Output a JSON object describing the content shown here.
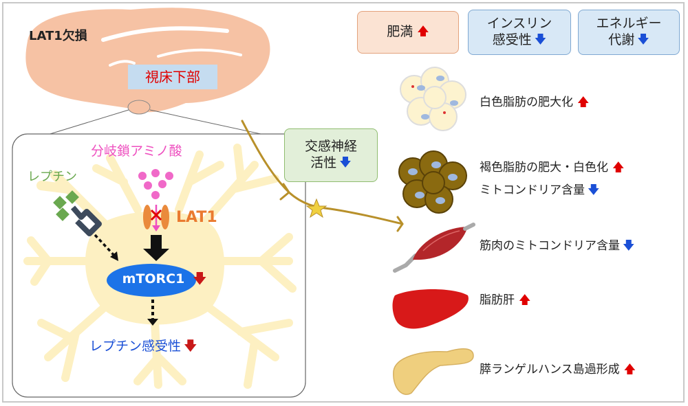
{
  "brain": {
    "label": "LAT1欠損",
    "region": "視床下部"
  },
  "neuron": {
    "bcaa_label": "分岐鎖アミノ酸",
    "leptin_label": "レプチン",
    "transporter_label": "LAT1",
    "mtorc1_label": "mTORC1",
    "leptin_sensitivity_label": "レプチン感受性",
    "sympathetic_line1": "交感神経",
    "sympathetic_line2": "活性"
  },
  "phenotypes": {
    "obesity": "肥満",
    "insulin_line1": "インスリン",
    "insulin_line2": "感受性",
    "energy_line1": "エネルギー",
    "energy_line2": "代謝"
  },
  "organs": [
    {
      "label": "白色脂肪の肥大化",
      "direction": "up"
    },
    {
      "label": "褐色脂肪の肥大・白色化",
      "label2": "ミトコンドリア含量",
      "direction": "up",
      "direction2": "down"
    },
    {
      "label": "筋肉のミトコンドリア含量",
      "direction": "down"
    },
    {
      "label": "脂肪肝",
      "direction": "up"
    },
    {
      "label": "膵ランゲルハンス島過形成",
      "direction": "up"
    }
  ],
  "colors": {
    "up_arrow": "#e00000",
    "down_arrow": "#1a4fd6",
    "brain": "#f6c2a4",
    "hypothalamus_box": "#c5dcf0",
    "neuron": "#fdf0c2",
    "obesity_box": "#fbe3d3",
    "metabolism_box": "#d8e8f6",
    "sympathetic_box": "#e2efd9",
    "nerve": "#b8902a",
    "mtorc1": "#1c73e8",
    "bcaa": "#ee4fbf",
    "leptin": "#6aa84f"
  }
}
